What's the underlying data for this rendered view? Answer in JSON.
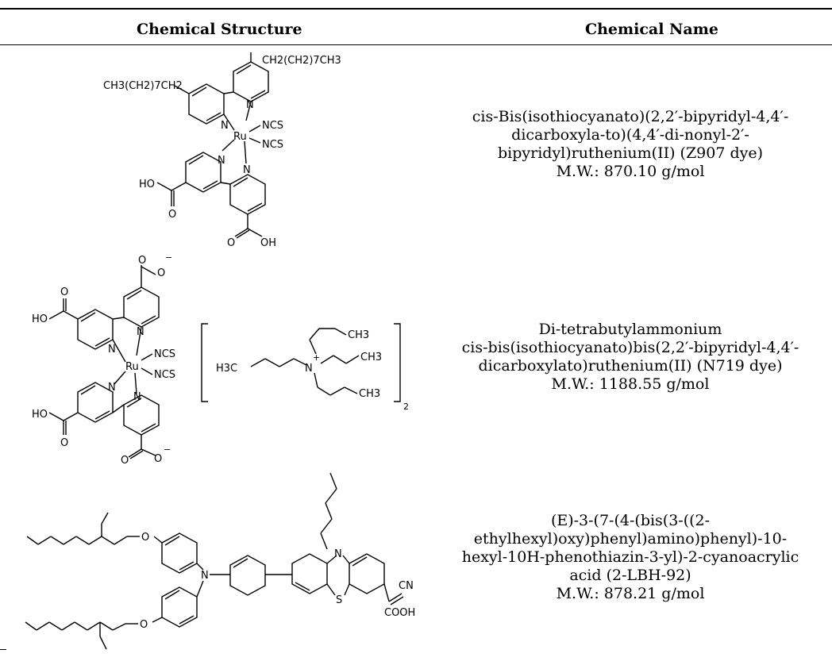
{
  "table": {
    "headers": {
      "structure": "Chemical Structure",
      "name": "Chemical Name"
    },
    "rows": [
      {
        "name_lines": [
          "cis-Bis(isothiocyanato)(2,2′-bipyridyl-4,4′-",
          "dicarboxyla-to)(4,4′-di-nonyl-2′-",
          "bipyridyl)ruthenium(II) (Z907 dye)",
          "M.W.: 870.10 g/mol"
        ],
        "structure_labels": {
          "top_alkyl": "CH2(CH2)7CH3",
          "left_alkyl": "CH3(CH2)7CH2",
          "ru": "Ru",
          "ncs1": "NCS",
          "ncs2": "NCS",
          "n": "N",
          "ho": "HO",
          "oh": "OH",
          "o": "O"
        }
      },
      {
        "name_lines": [
          "Di-tetrabutylammonium",
          "cis-bis(isothiocyanato)bis(2,2′-bipyridyl-4,4′-",
          "dicarboxylato)ruthenium(II) (N719 dye)",
          "M.W.: 1188.55 g/mol"
        ],
        "structure_labels": {
          "ru": "Ru",
          "ncs1": "NCS",
          "ncs2": "NCS",
          "n": "N",
          "n_plus": "N",
          "plus": "+",
          "ho": "HO",
          "o": "O",
          "o_minus": "O",
          "minus": "−",
          "ch3": "CH3",
          "h3c": "H3C",
          "subscript_2": "2"
        }
      },
      {
        "name_lines": [
          "(E)-3-(7-(4-(bis(3-((2-",
          "ethylhexyl)oxy)phenyl)amino)phenyl)-10-",
          "hexyl-10H-phenothiazin-3-yl)-2-cyanoacrylic",
          "acid (2-LBH-92)",
          "M.W.: 878.21 g/mol"
        ],
        "structure_labels": {
          "n": "N",
          "s": "S",
          "o": "O",
          "cn": "CN",
          "cooh": "COOH"
        }
      }
    ]
  }
}
